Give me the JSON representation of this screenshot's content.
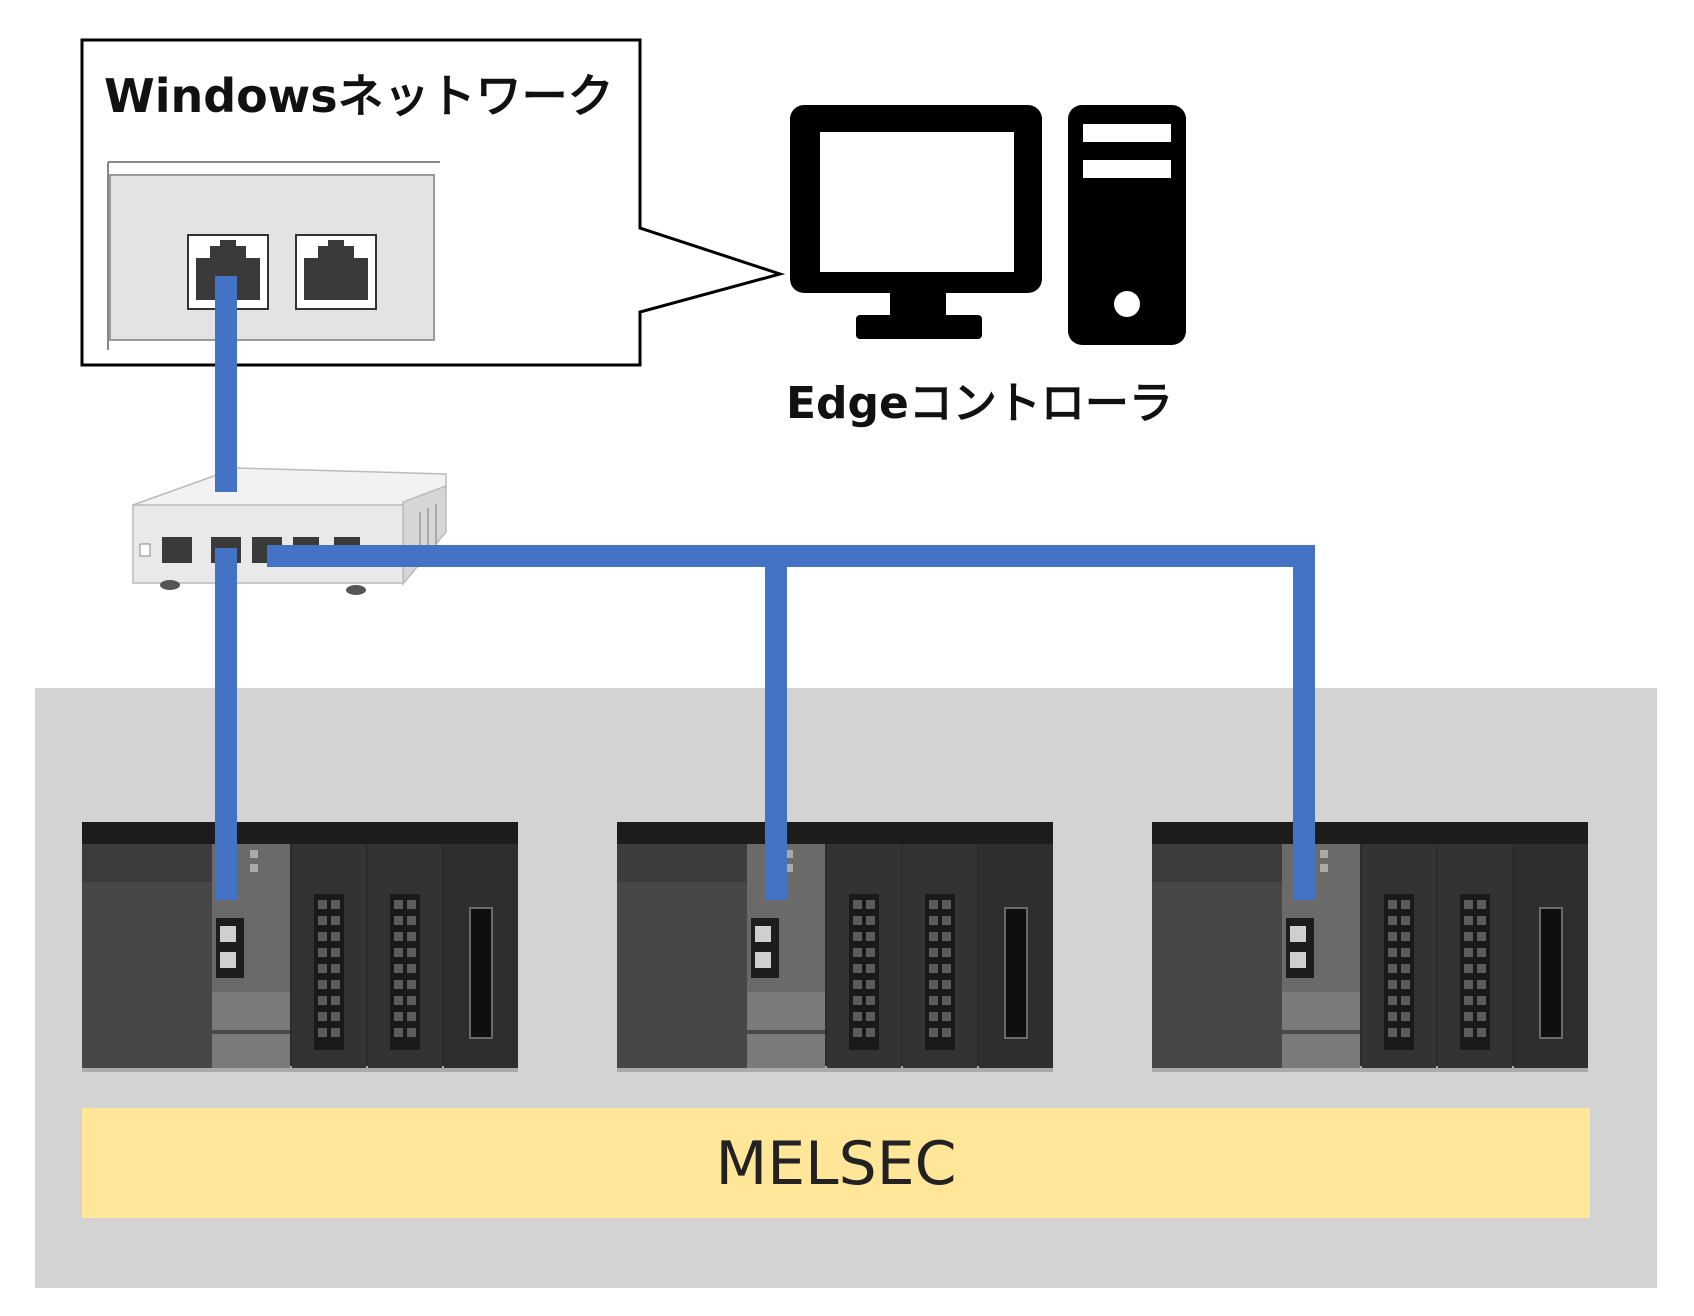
{
  "callout": {
    "title": "Windowsネットワーク"
  },
  "controller": {
    "label": "Edgeコントローラ"
  },
  "plc_group": {
    "label": "MELSEC",
    "plc_count": 3
  },
  "colors": {
    "cable": "#4472c4",
    "plc_area": "#d3d3d3",
    "melsec_band": "#ffe699",
    "nic_panel": "#e3e3e3",
    "pc_icon": "#000000"
  },
  "icons": {
    "callout": "network-card-icon",
    "controller": "computer-icon",
    "switch": "network-switch-icon",
    "plc": "plc-unit-icon"
  }
}
